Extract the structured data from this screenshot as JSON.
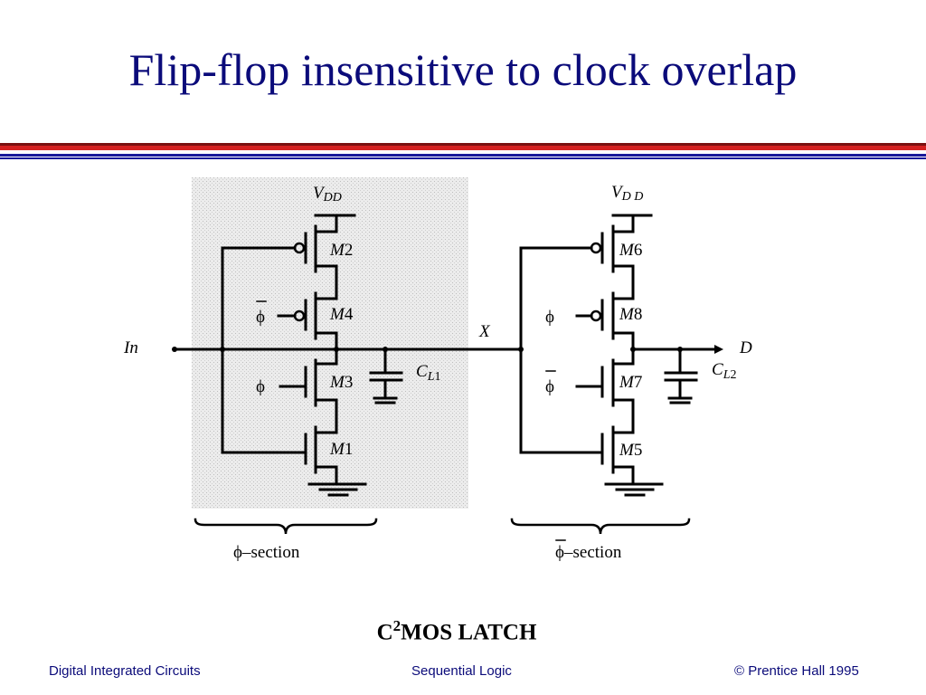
{
  "slide": {
    "title": "Flip-flop insensitive to clock overlap",
    "caption_main": "C",
    "caption_sup": "2",
    "caption_rest": "MOS LATCH"
  },
  "colors": {
    "title": "#0b0b7a",
    "rule_dark": "#7a1010",
    "rule_red": "#d42020",
    "rule_blue": "#1a1a9a",
    "footer": "#0b0b7a",
    "shade": "#d8d8d8"
  },
  "diagram": {
    "left_section": {
      "vdd": "V",
      "vdd_sub": "DD",
      "m2": "M",
      "m2_num": "2",
      "m4": "M",
      "m4_num": "4",
      "m3": "M",
      "m3_num": "3",
      "m1": "M",
      "m1_num": "1",
      "phi_bar": "ϕ",
      "phi": "ϕ",
      "cl": "C",
      "cl_sub": "L",
      "cl_num": "1",
      "brace_label_phi": "ϕ",
      "brace_label_text": "–section"
    },
    "right_section": {
      "vdd": "V",
      "vdd_sub": "D D",
      "m6": "M",
      "m6_num": "6",
      "m8": "M",
      "m8_num": "8",
      "m7": "M",
      "m7_num": "7",
      "m5": "M",
      "m5_num": "5",
      "phi": "ϕ",
      "phi_bar": "ϕ",
      "cl": "C",
      "cl_sub": "L",
      "cl_num": "2",
      "brace_label_phi": "ϕ",
      "brace_label_text": "–section"
    },
    "input_label": "In",
    "node_x": "X",
    "output_label": "D"
  },
  "footer": {
    "left": "Digital Integrated Circuits",
    "center": "Sequential Logic",
    "right": "© Prentice Hall 1995"
  }
}
